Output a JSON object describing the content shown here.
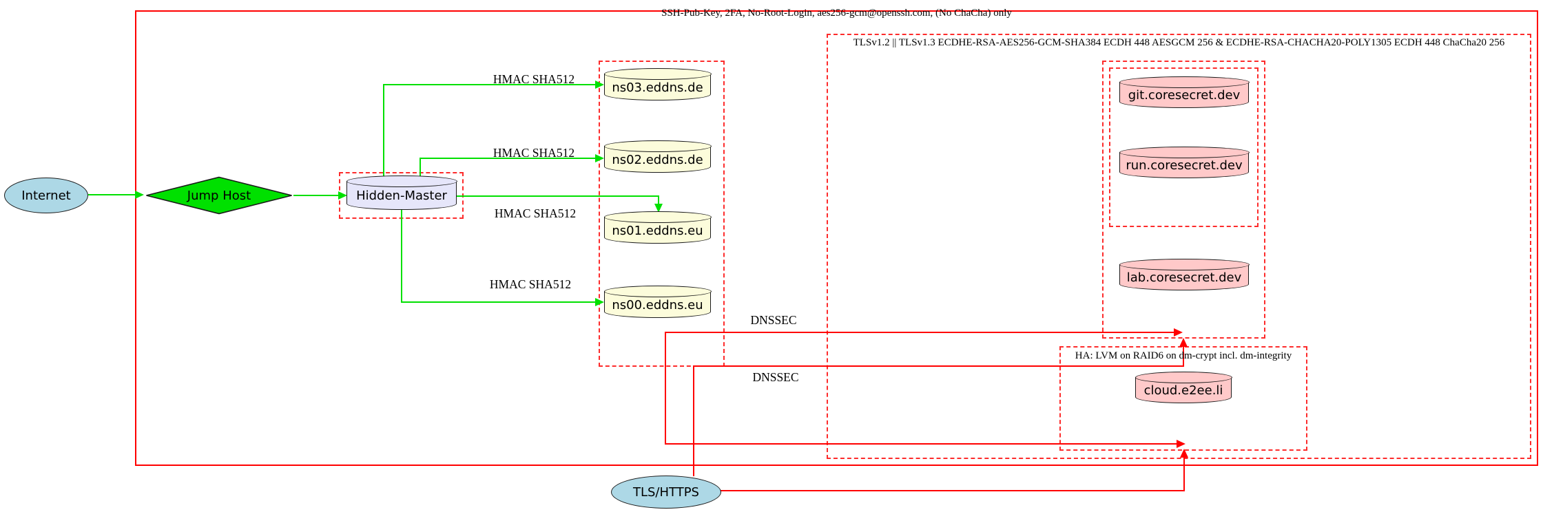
{
  "diagram": {
    "clusters": {
      "ssh_label": "SSH-Pub-Key, 2FA, No-Root-Login, aes256-gcm@openssh.com, (No ChaCha) only",
      "tls_label": "TLSv1.2 || TLSv1.3 ECDHE-RSA-AES256-GCM-SHA384 ECDH 448 AESGCM 256 & ECDHE-RSA-CHACHA20-POLY1305 ECDH 448 ChaCha20 256",
      "ha_label": "HA: LVM on RAID6 on dm-crypt incl. dm-integrity"
    },
    "nodes": {
      "internet": "Internet",
      "jump_host": "Jump Host",
      "hidden_master": "Hidden-Master",
      "ns03": "ns03.eddns.de",
      "ns02": "ns02.eddns.de",
      "ns01": "ns01.eddns.eu",
      "ns00": "ns00.eddns.eu",
      "git": "git.coresecret.dev",
      "run": "run.coresecret.dev",
      "lab": "lab.coresecret.dev",
      "cloud": "cloud.e2ee.li",
      "tls_https": "TLS/HTTPS"
    },
    "edge_labels": {
      "hmac": "HMAC SHA512",
      "dnssec": "DNSSEC"
    },
    "colors": {
      "edge_green": "#00e000",
      "edge_red": "#ff0000",
      "cluster_red": "#fd2b2b",
      "node_blue": "#add8e6",
      "node_lavender": "#e6e6fa",
      "node_yellow": "#fcfcdb",
      "node_pink": "#ffc9c9",
      "diamond_green": "#00e000"
    }
  }
}
